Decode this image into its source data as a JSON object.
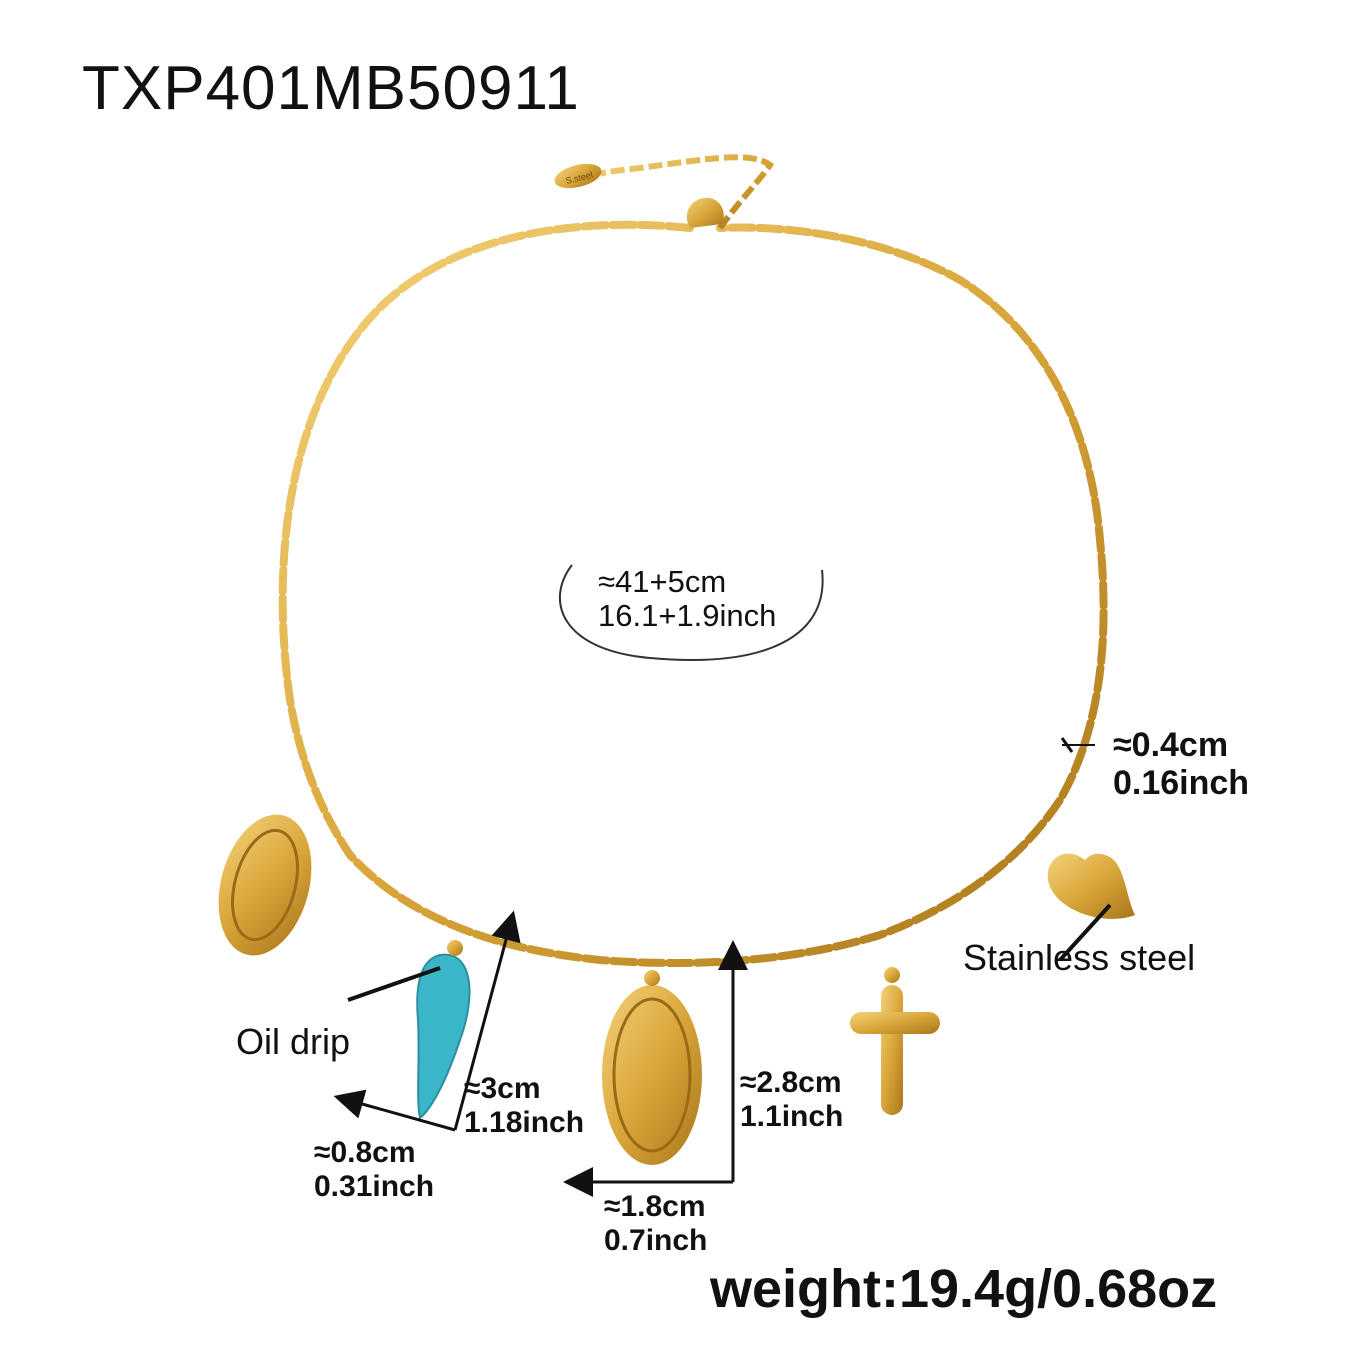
{
  "sku": "TXP401MB50911",
  "weight": "weight:19.4g/0.68oz",
  "length": {
    "cm": "≈41+5cm",
    "inch": "16.1+1.9inch"
  },
  "chain_width": {
    "cm": "≈0.4cm",
    "inch": "0.16inch"
  },
  "horn_length": {
    "cm": "≈3cm",
    "inch": "1.18inch"
  },
  "horn_width": {
    "cm": "≈0.8cm",
    "inch": "0.31inch"
  },
  "medal_height": {
    "cm": "≈2.8cm",
    "inch": "1.1inch"
  },
  "medal_width": {
    "cm": "≈1.8cm",
    "inch": "0.7inch"
  },
  "labels": {
    "oil_drip": "Oil drip",
    "stainless": "Stainless steel"
  },
  "clasp_tag": "S.steel",
  "colors": {
    "gold": "#d9a63a",
    "gold_dark": "#b07e1c",
    "turquoise": "#3bb6c8",
    "text": "#111111"
  }
}
